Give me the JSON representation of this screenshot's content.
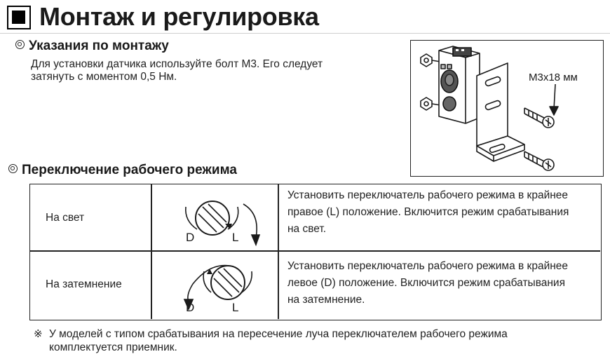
{
  "title": "Монтаж и регулировка",
  "mount": {
    "heading": "Указания по монтажу",
    "text_line1": "Для установки датчика используйте болт M3. Его следует",
    "text_line2": "затянуть с моментом 0,5 Нм.",
    "bolt_label": "M3x18 мм"
  },
  "mode": {
    "heading": "Переключение рабочего режима",
    "rows": [
      {
        "name": "На свет",
        "desc_line1": "Установить переключатель рабочего режима в крайнее",
        "desc_line2": "правое (L) положение. Включится режим срабатывания",
        "desc_line3": "на свет.",
        "label_d": "D",
        "label_l": "L"
      },
      {
        "name": "На затемнение",
        "desc_line1": "Установить переключатель рабочего режима в крайнее",
        "desc_line2": "левое (D) положение. Включится режим срабатывания",
        "desc_line3": "на затемнение.",
        "label_d": "D",
        "label_l": "L"
      }
    ]
  },
  "note": {
    "symbol": "※",
    "line1": "У моделей с типом срабатывания на пересечение луча переключателем рабочего режима",
    "line2": "комплектуется приемник."
  }
}
